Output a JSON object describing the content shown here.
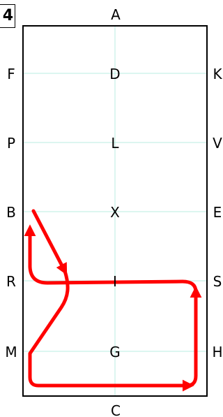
{
  "test_number": "4",
  "letters": {
    "top": "A",
    "bottom": "C",
    "left": [
      "F",
      "P",
      "B",
      "R",
      "M"
    ],
    "right": [
      "K",
      "V",
      "E",
      "S",
      "H"
    ],
    "center": [
      "D",
      "L",
      "X",
      "I",
      "G"
    ]
  },
  "colors": {
    "border": "#000000",
    "gridline": "#b8eee0",
    "route": "#ff0000"
  }
}
